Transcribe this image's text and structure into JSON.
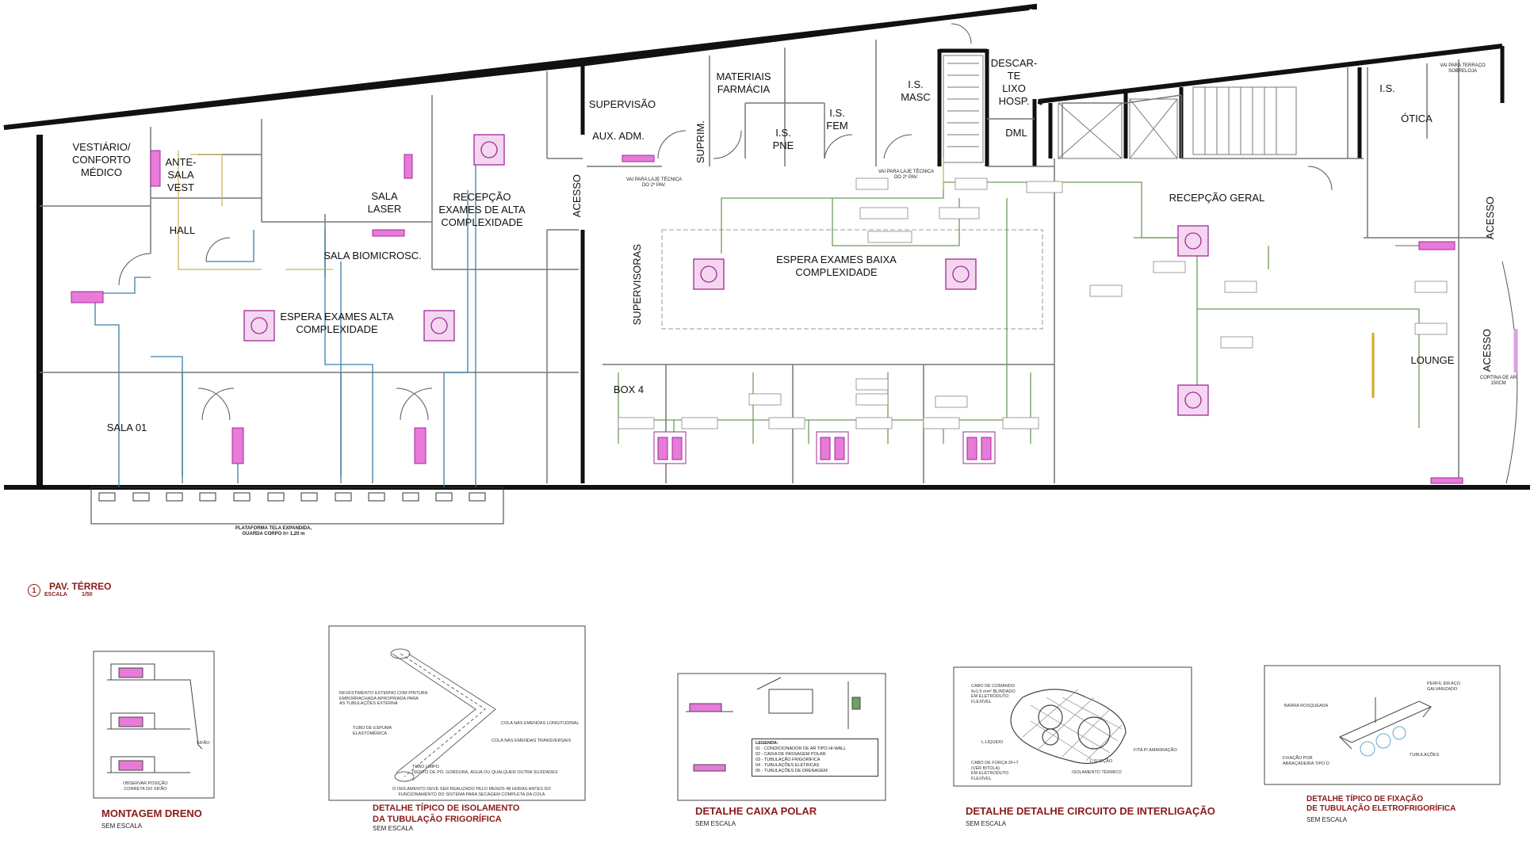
{
  "rooms": {
    "vestiario": "VESTIÁRIO/\nCONFORTO\nMÉDICO",
    "ante_sala": "ANTE-\nSALA\nVEST",
    "hall": "HALL",
    "sala_laser": "SALA\nLASER",
    "sala_biomicrosc": "SALA  BIOMICROSC.",
    "recepcao_exames_alta": "RECEPÇÃO\nEXAMES DE ALTA\nCOMPLEXIDADE",
    "espera_alta": "ESPERA EXAMES ALTA\nCOMPLEXIDADE",
    "sala_01": "SALA 01",
    "acesso_1": "ACESSO",
    "supervisao": "SUPERVISÃO",
    "aux_adm": "AUX. ADM.",
    "suprim": "SUPRIM.",
    "materiais_farmacia": "MATERIAIS\nFARMÁCIA",
    "is_pne": "I.S.\nPNE",
    "is_fem": "I.S.\nFEM",
    "is_masc": "I.S.\nMASC",
    "descarte": "DESCAR-\nTE\nLIXO\nHOSP.",
    "dml": "DML",
    "supervisoras": "SUPERVISORAS",
    "espera_baixa": "ESPERA EXAMES BAIXA\nCOMPLEXIDADE",
    "box4": "BOX 4",
    "recepcao_geral": "RECEPÇÃO GERAL",
    "is_right": "I.S.",
    "otica": "ÓTICA",
    "acesso_2": "ACESSO",
    "acesso_3": "ACESSO",
    "lounge": "LOUNGE"
  },
  "notes": {
    "laje_tecnica_1": "VAI PARA LAJE TÉCNICA\nDO 2º PAV.",
    "laje_tecnica_2": "VAI PARA LAJE TÉCNICA\nDO 2º PAV.",
    "terraco": "VAI PARA TERRAÇO\nSOBRELOJA",
    "cortina": "CORTINA DE AR\n150CM",
    "plataforma": "PLATAFORMA TELA  EXPANDIDA,\nGUARDA CORPO h= 1,20 m"
  },
  "main_title": {
    "number": "1",
    "title": "PAV. TÉRREO",
    "escala_label": "ESCALA",
    "escala_value": "1/50"
  },
  "details": [
    {
      "title": "MONTAGEM DRENO",
      "subtitle": "SEM ESCALA"
    },
    {
      "title": "DETALHE TÍPICO DE ISOLAMENTO\nDA TUBULAÇÃO FRIGORÍFICA",
      "subtitle": "SEM ESCALA"
    },
    {
      "title": "DETALHE CAIXA POLAR",
      "subtitle": "SEM ESCALA"
    },
    {
      "title": "DETALHE DETALHE CIRCUITO DE INTERLIGAÇÃO",
      "subtitle": "SEM ESCALA"
    },
    {
      "title": "DETALHE TÍPICO DE FIXAÇÃO\nDE TUBULAÇÃO ELETROFRIGORÍFICA",
      "subtitle": "SEM ESCALA"
    }
  ],
  "detail_texts": {
    "dreno_sifao": "SIFÃO",
    "dreno_obs": "OBSERVAR POSIÇÃO\nCORRETA DO SIFÃO",
    "iso_1": "REVESTIMENTO EXTERNO COM PINTURA\nEMBORRACHADA APROPRIADA PARA\nAS TUBULAÇÕES EXTERNA",
    "iso_2": "COLA NAS EMENDAS LONGITUDINAL",
    "iso_3": "TUBO DE ESPUMA\nELASTOMÉRICA",
    "iso_4": "COLA NAS EMENDAS TRANSVERSAIS",
    "iso_5": "TUBO LIMPO\nISENTO DE PÓ, GORDURA, ÁGUA OU QUALQUER OUTRA SUJIDADES",
    "iso_note": "O ISOLAMENTO DEVE SER REALIZADO PELO MENOS 48 HORAS ANTES DO\nFUNCIONAMENTO DO SISTEMA PARA SECAGEM COMPLETA DA COLA",
    "circ_1": "CABO DE COMANDO\n6x1.5 mm² BLINDADO\nEM ELETRODUTO\nFLEXÍVEL",
    "circ_2": "L.LÍQUIDO",
    "circ_3": "FITA P/ AMARRAÇÃO",
    "circ_4": "CABO DE FORÇA 2F+T\n(VER BITOLA)\nEM ELETRODUTO\nFLEXÍVEL",
    "circ_5": "L.SUCÇÃO",
    "circ_6": "ISOLAMENTO TÉRMICO",
    "fix_1": "PERFIL EM AÇO\nGALVANIZADO",
    "fix_2": "BARRA ROSQUEADA",
    "fix_3": "FIXAÇÃO POR\nABRAÇADEIRA TIPO D",
    "fix_4": "TUBULAÇÕES"
  },
  "legend": {
    "title": "LEGENDA:",
    "items": [
      "01 - CONDICIONADOR DE AR TIPO HI-WALL",
      "02 - CAIXA DE PASSAGEM POLAR",
      "03 - TUBULAÇÃO FRIGORÍFICA",
      "04 - TUBULAÇÕES ELÉTRICAS",
      "05 - TUBULAÇÕES DE DRENAGEM"
    ]
  },
  "colors": {
    "wall": "#111111",
    "thin_line": "#999999",
    "pipe_green": "#6f9a5a",
    "pipe_blue": "#3b7fa8",
    "pipe_yellow": "#c8b65a",
    "equipment": "#c040b8",
    "equipment_fill": "#e87ad9",
    "title_red": "#8b1a1a"
  }
}
